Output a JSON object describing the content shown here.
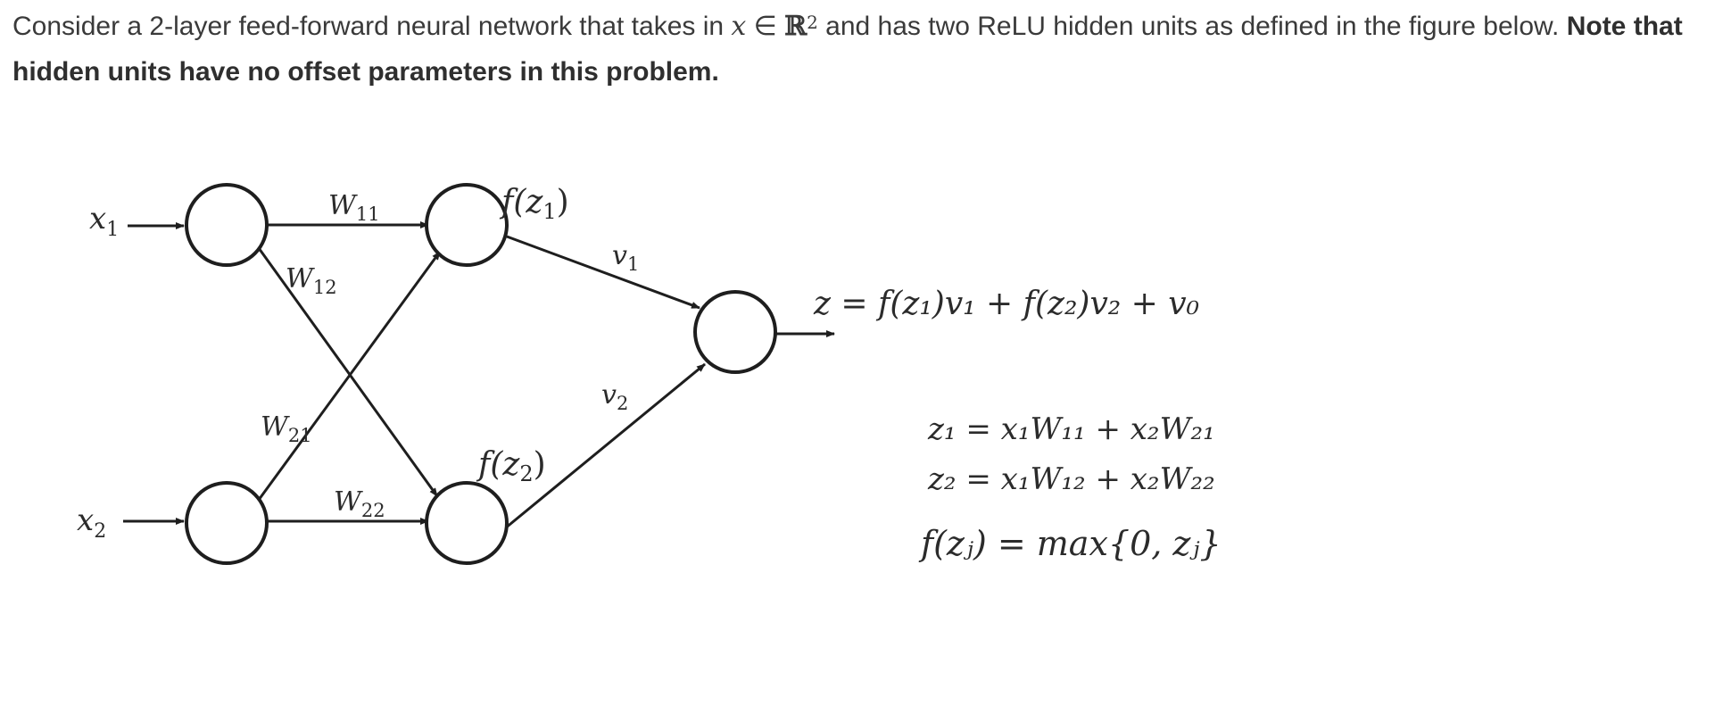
{
  "intro": {
    "text_before": "Consider a 2-layer feed-forward neural network that takes in ",
    "x_var": "x",
    "member": " ∈ ",
    "set": "ℝ",
    "set_power": "2",
    "text_after": " and has two ReLU hidden units as defined in the figure below. ",
    "bold_note": "Note that hidden units have no offset parameters in this problem."
  },
  "diagram": {
    "inputs": [
      {
        "name": "x",
        "sub": "1"
      },
      {
        "name": "x",
        "sub": "2"
      }
    ],
    "weights": {
      "w11": {
        "name": "W",
        "sub": "11"
      },
      "w12": {
        "name": "W",
        "sub": "12"
      },
      "w21": {
        "name": "W",
        "sub": "21"
      },
      "w22": {
        "name": "W",
        "sub": "22"
      },
      "v1": {
        "name": "v",
        "sub": "1"
      },
      "v2": {
        "name": "v",
        "sub": "2"
      }
    },
    "hidden_labels": [
      {
        "pre": "f(z",
        "sub": "1",
        "post": ")"
      },
      {
        "pre": "f(z",
        "sub": "2",
        "post": ")"
      }
    ],
    "output_equation": "z = f(z₁)v₁ + f(z₂)v₂ + v₀",
    "equations": [
      "z₁ = x₁W₁₁ + x₂W₂₁",
      "z₂ = x₁W₁₂ + x₂W₂₂",
      "f(zⱼ) = max{0, zⱼ}"
    ]
  }
}
